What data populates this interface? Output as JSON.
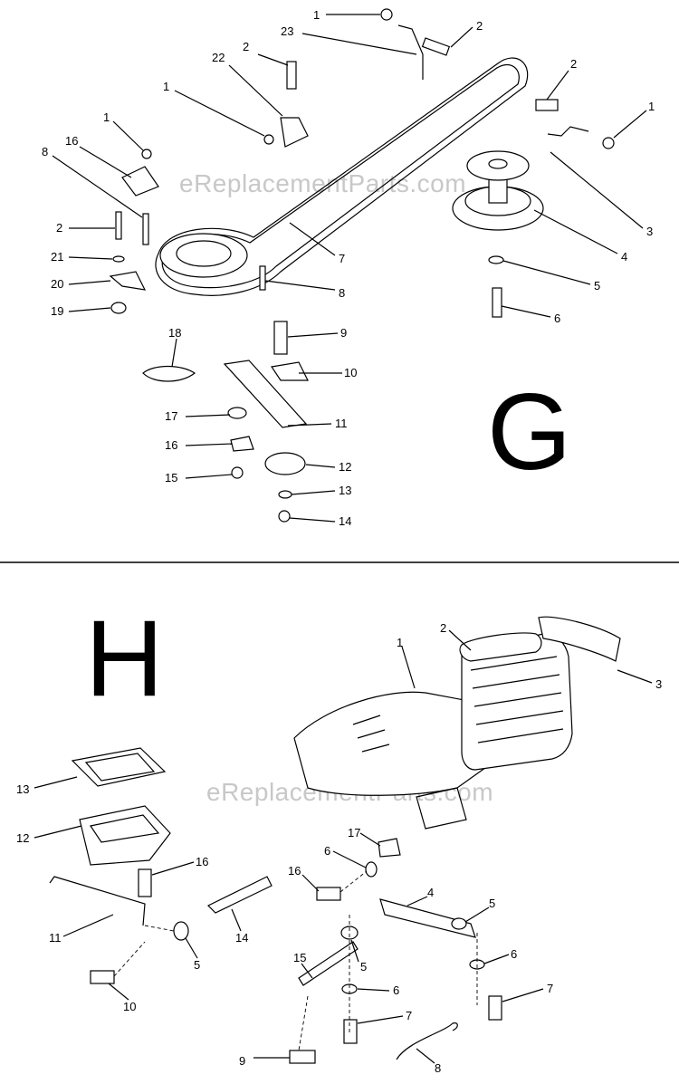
{
  "watermark": "eReplacementParts.com",
  "sections": [
    {
      "id": "G",
      "label": "G",
      "callouts": [
        "1",
        "2",
        "23",
        "22",
        "2",
        "1",
        "2",
        "1",
        "1",
        "16",
        "8",
        "2",
        "21",
        "20",
        "19",
        "7",
        "8",
        "3",
        "4",
        "5",
        "6",
        "18",
        "9",
        "10",
        "17",
        "11",
        "16",
        "12",
        "15",
        "13",
        "14"
      ]
    },
    {
      "id": "H",
      "label": "H",
      "callouts": [
        "1",
        "2",
        "3",
        "13",
        "12",
        "16",
        "11",
        "14",
        "5",
        "10",
        "17",
        "6",
        "16",
        "4",
        "5",
        "15",
        "5",
        "6",
        "6",
        "7",
        "7",
        "9",
        "8"
      ]
    }
  ]
}
